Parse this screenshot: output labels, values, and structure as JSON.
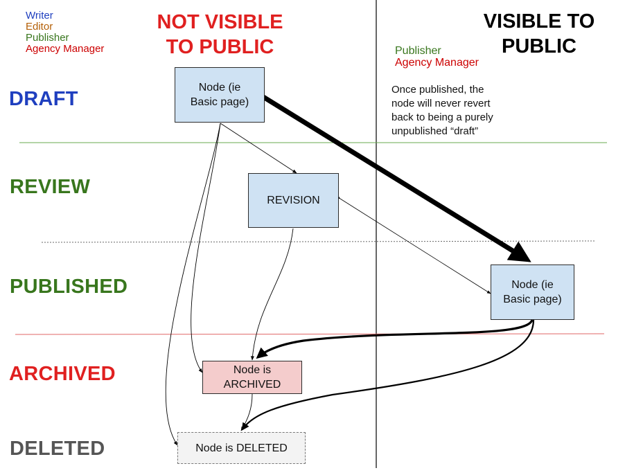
{
  "legend_roles": [
    {
      "label": "Writer",
      "color": "#1f3fbf"
    },
    {
      "label": "Editor",
      "color": "#b45f06"
    },
    {
      "label": "Publisher",
      "color": "#38761d"
    },
    {
      "label": "Agency Manager",
      "color": "#cc0000"
    }
  ],
  "headers": {
    "not_visible": "NOT VISIBLE\nTO PUBLIC",
    "visible": "VISIBLE TO\nPUBLIC"
  },
  "right_roles": [
    {
      "label": "Publisher",
      "color": "#38761d"
    },
    {
      "label": "Agency Manager",
      "color": "#cc0000"
    }
  ],
  "stages": [
    {
      "label": "DRAFT",
      "color": "#1f3fbf"
    },
    {
      "label": "REVIEW",
      "color": "#38761d"
    },
    {
      "label": "PUBLISHED",
      "color": "#38761d"
    },
    {
      "label": "ARCHIVED",
      "color": "#e02020"
    },
    {
      "label": "DELETED",
      "color": "#555555"
    }
  ],
  "nodes": {
    "draft_node": "Node (ie\nBasic page)",
    "revision": "REVISION",
    "published_node": "Node (ie\nBasic page)",
    "archived_node": "Node is\nARCHIVED",
    "deleted_node": "Node is DELETED"
  },
  "note": "Once published, the\nnode will never revert\nback to being a purely\nunpublished “draft”",
  "colors": {
    "node_fill": "#cfe2f3",
    "archived_fill": "#f4cccc",
    "deleted_fill": "#f3f3f3",
    "review_line": "#6aa84f",
    "archived_line": "#e06666"
  }
}
